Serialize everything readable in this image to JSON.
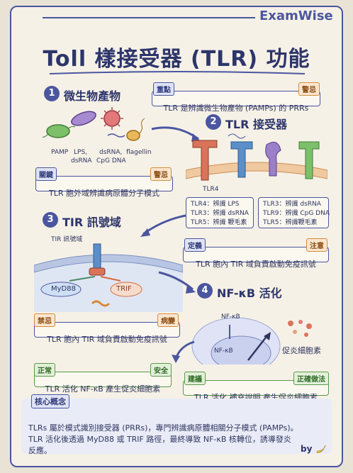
{
  "brand": "ExamWise",
  "title": "Toll 樣接受器 (TLR) 功能",
  "step1": {
    "num": "1",
    "title": "微生物產物",
    "labels": [
      "PAMP",
      "LPS,",
      "dsRNA",
      "dsRNA,",
      "CpG DNA",
      "flagellin"
    ]
  },
  "step2": {
    "num": "2",
    "title": "TLR 接受器",
    "receptor_label": "TLR4",
    "left_list": [
      "TLR4：辨識 LPS",
      "TLR3：辨識 dsRNA",
      "TLR5：辨識 鞭毛素"
    ],
    "right_list": [
      "TLR3：辨識 dsRNA",
      "TLR9：辨識 CpG DNA",
      "TLR5：辨識鞭毛素"
    ]
  },
  "step3": {
    "num": "3",
    "title": "TIR 訊號域",
    "domain_label": "TIR 訊號域",
    "adaptor1": "MyD88",
    "adaptor2": "TRIF"
  },
  "step4": {
    "num": "4",
    "title": "NF-κB 活化",
    "nfkb_cyto": "NF-κB",
    "nfkb_nuc": "NF-κB",
    "cytokine_label": "促炎細胞素"
  },
  "boxes": {
    "b1": {
      "tag_left": "重點",
      "tag_right": "警忌",
      "text": "TLR 是辨識微生物產物 (PAMPs) 的 PRRs"
    },
    "b2": {
      "tag_left": "關鍵",
      "tag_right": "警忌",
      "text": "TLR 胞外域辨識病原體分子模式"
    },
    "b3": {
      "tag_left": "定義",
      "tag_right": "注意",
      "text": "TLR 胞內 TIR 域負責啟動免疫訊號"
    },
    "b4": {
      "tag_left": "禁忌",
      "tag_right": "病變",
      "text": "TLR 胞內 TIR 域負責啟動免疫訊號"
    },
    "b5": {
      "tag_left": "正常",
      "tag_right": "安全",
      "text": "TLR 活化 NF-κB 產生促炎細胞素"
    },
    "b6": {
      "tag_left": "建議",
      "tag_right": "正確做法",
      "text": "TLR 活化 補充說明 產生促炎細胞素"
    }
  },
  "core": {
    "label": "核心概念",
    "lines": [
      "TLRs 屬於模式識別接受器 (PRRs)，專門辨識病原體相關分子模式 (PAMPs)。",
      "TLR 活化後透過 MyD88 或 TRIF 路徑，最終導致 NF-κB 核轉位，誘導發炎",
      "反應。"
    ]
  },
  "footer": "by"
}
